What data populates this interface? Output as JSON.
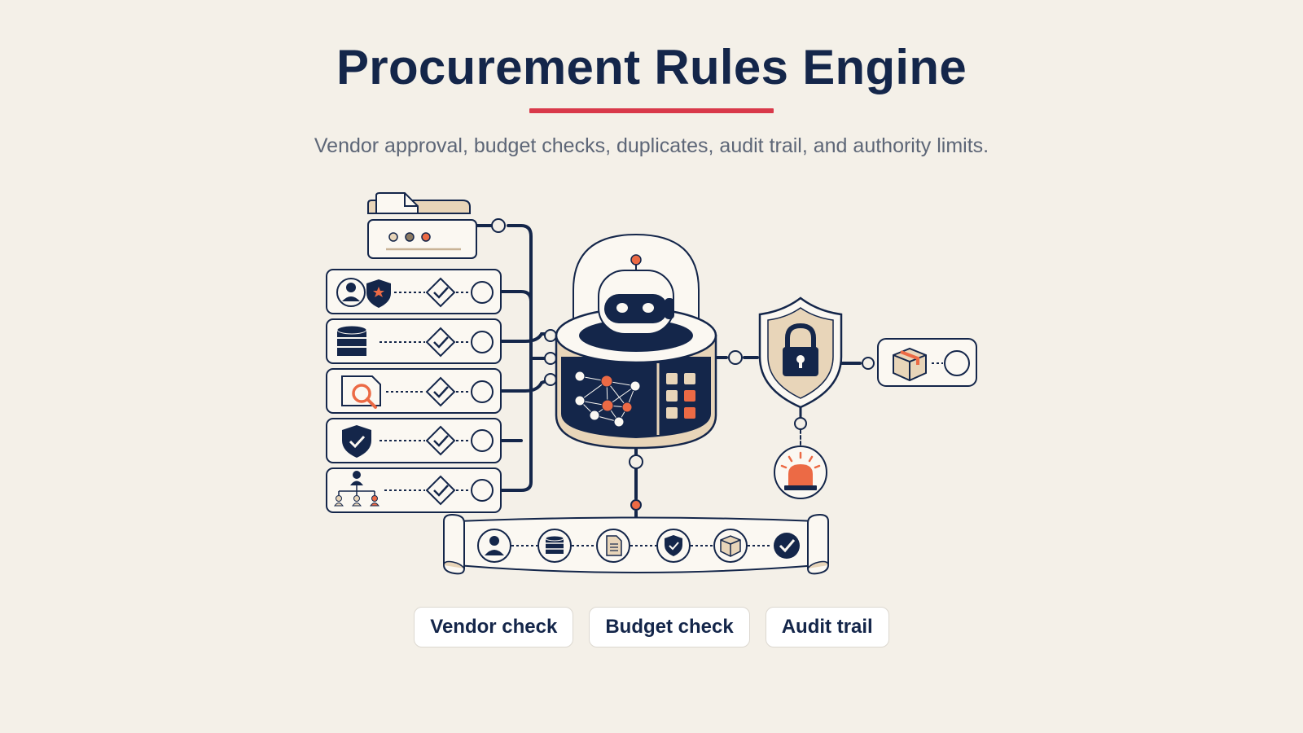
{
  "header": {
    "title": "Procurement Rules Engine",
    "subtitle": "Vendor approval, budget checks, duplicates, audit trail, and authority limits."
  },
  "tabs": [
    {
      "label": "Vendor check"
    },
    {
      "label": "Budget check"
    },
    {
      "label": "Audit trail"
    }
  ],
  "colors": {
    "navy": "#14264a",
    "accent_red": "#d9394a",
    "orange": "#ec6a45",
    "background": "#f4f0e8",
    "tan": "#e8d5b9"
  },
  "illustration": {
    "rules": [
      {
        "icon": "vendor-shield-icon"
      },
      {
        "icon": "database-icon"
      },
      {
        "icon": "document-search-icon"
      },
      {
        "icon": "shield-check-icon"
      },
      {
        "icon": "org-hierarchy-icon"
      }
    ],
    "engine_icon": "robot-engine-icon",
    "lock_icon": "lock-shield-icon",
    "alarm_icon": "alarm-siren-icon",
    "package_icon": "package-icon",
    "audit_steps": [
      "user-icon",
      "database-icon",
      "document-icon",
      "shield-icon",
      "package-icon",
      "check-icon"
    ]
  }
}
